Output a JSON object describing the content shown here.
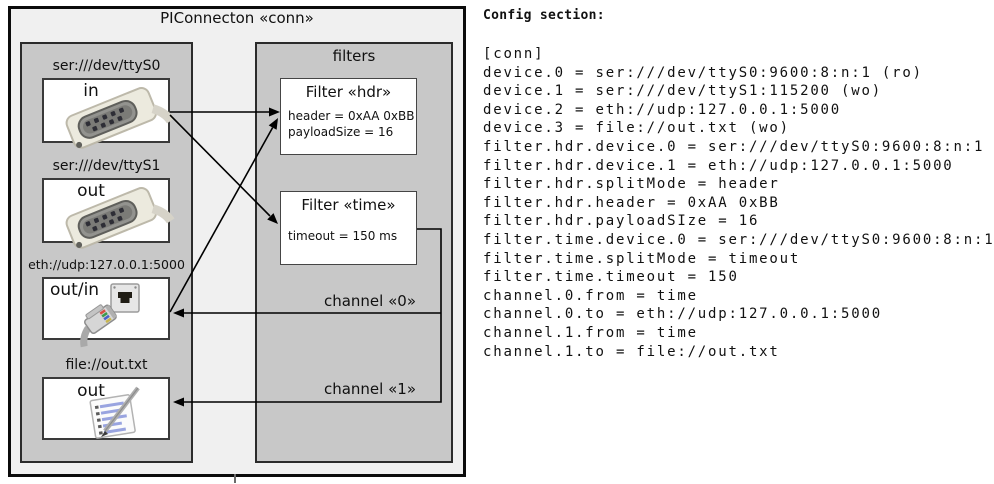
{
  "diagram": {
    "title": "PIConnecton «conn»",
    "devices": [
      {
        "label": "ser:///dev/ttyS0",
        "direction": "in",
        "icon": "serial-connector"
      },
      {
        "label": "ser:///dev/ttyS1",
        "direction": "out",
        "icon": "serial-connector"
      },
      {
        "label": "eth://udp:127.0.0.1:5000",
        "direction": "out/in",
        "icon": "ethernet-connector"
      },
      {
        "label": "file://out.txt",
        "direction": "out",
        "icon": "notepad-pen"
      }
    ],
    "filters_title": "filters",
    "filters": [
      {
        "title": "Filter «hdr»",
        "properties": [
          "header = 0xAA 0xBB",
          "payloadSize = 16"
        ]
      },
      {
        "title": "Filter «time»",
        "properties": [
          "timeout = 150 ms"
        ]
      }
    ],
    "channels": [
      {
        "label": "channel «0»"
      },
      {
        "label": "channel «1»"
      }
    ]
  },
  "config": {
    "heading": "Config section:",
    "lines": [
      "[conn]",
      "device.0 = ser:///dev/ttyS0:9600:8:n:1 (ro)",
      "device.1 = ser:///dev/ttyS1:115200 (wo)",
      "device.2 = eth://udp:127.0.0.1:5000",
      "device.3 = file://out.txt (wo)",
      "filter.hdr.device.0 = ser:///dev/ttyS0:9600:8:n:1",
      "filter.hdr.device.1 = eth://udp:127.0.0.1:5000",
      "filter.hdr.splitMode = header",
      "filter.hdr.header = 0xAA 0xBB",
      "filter.hdr.payloadSIze = 16",
      "filter.time.device.0 = ser:///dev/ttyS0:9600:8:n:1",
      "filter.time.splitMode = timeout",
      "filter.time.timeout = 150",
      "channel.0.from = time",
      "channel.0.to = eth://udp:127.0.0.1:5000",
      "channel.1.from = time",
      "channel.1.to = file://out.txt"
    ]
  },
  "colors": {
    "outer_fill": "#f0f0f0",
    "panel_fill": "#c8c8c8",
    "box_fill": "#ffffff",
    "line": "#000000"
  }
}
